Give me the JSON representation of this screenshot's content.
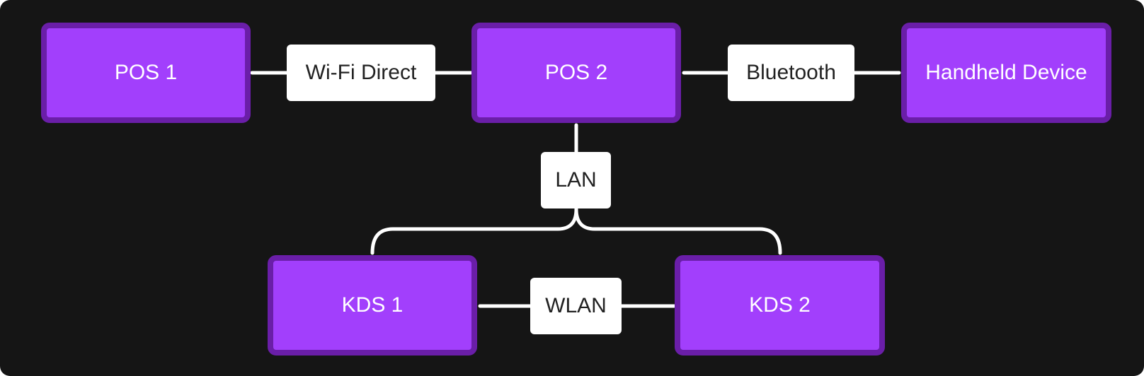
{
  "diagram": {
    "nodes": {
      "pos1": "POS 1",
      "pos2": "POS 2",
      "handheld": "Handheld Device",
      "kds1": "KDS 1",
      "kds2": "KDS 2"
    },
    "links": {
      "pos1_pos2": "Wi-Fi Direct",
      "pos2_handheld": "Bluetooth",
      "pos2_kds": "LAN",
      "kds1_kds2": "WLAN"
    },
    "colors": {
      "background": "#151515",
      "node_fill": "#a23ffc",
      "node_border": "#6a1ea8",
      "label_fill": "#ffffff",
      "wire": "#ffffff"
    }
  }
}
